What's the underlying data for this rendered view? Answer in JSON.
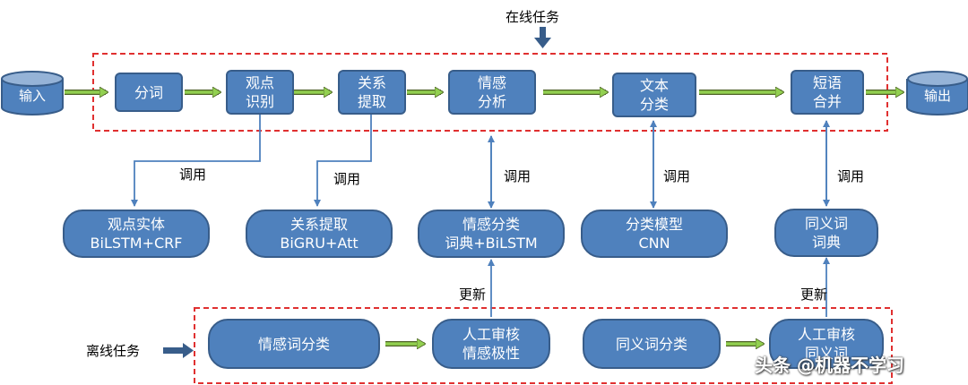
{
  "colors": {
    "box_fill": "#4f81bd",
    "box_border": "#385d8a",
    "dashed_border": "#e03030",
    "arrow_green": "#92d050",
    "arrow_blue": "#4f81bd"
  },
  "labels": {
    "online_task": "在线任务",
    "offline_task": "离线任务",
    "call": "调用",
    "update": "更新"
  },
  "io": {
    "input": "输入",
    "output": "输出"
  },
  "pipeline": [
    {
      "id": "segment",
      "text": "分词"
    },
    {
      "id": "opinion-recognition",
      "text": "观点\n识别"
    },
    {
      "id": "relation-extraction",
      "text": "关系\n提取"
    },
    {
      "id": "sentiment-analysis",
      "text": "情感\n分析"
    },
    {
      "id": "text-classification",
      "text": "文本\n分类"
    },
    {
      "id": "phrase-merge",
      "text": "短语\n合并"
    }
  ],
  "models": [
    {
      "id": "opinion-entity",
      "text": "观点实体\nBiLSTM+CRF"
    },
    {
      "id": "relation-model",
      "text": "关系提取\nBiGRU+Att"
    },
    {
      "id": "sentiment-model",
      "text": "情感分类\n词典+BiLSTM"
    },
    {
      "id": "classification-model",
      "text": "分类模型\nCNN"
    },
    {
      "id": "synonym-dict",
      "text": "同义词\n词典"
    }
  ],
  "offline": [
    {
      "id": "sentiment-word-classification",
      "text": "情感词分类"
    },
    {
      "id": "manual-review-polarity",
      "text": "人工审核\n情感极性"
    },
    {
      "id": "synonym-classification",
      "text": "同义词分类"
    },
    {
      "id": "manual-review-synonym",
      "text": "人工审核\n同义词"
    }
  ],
  "watermark": "头条 @机器不学习"
}
